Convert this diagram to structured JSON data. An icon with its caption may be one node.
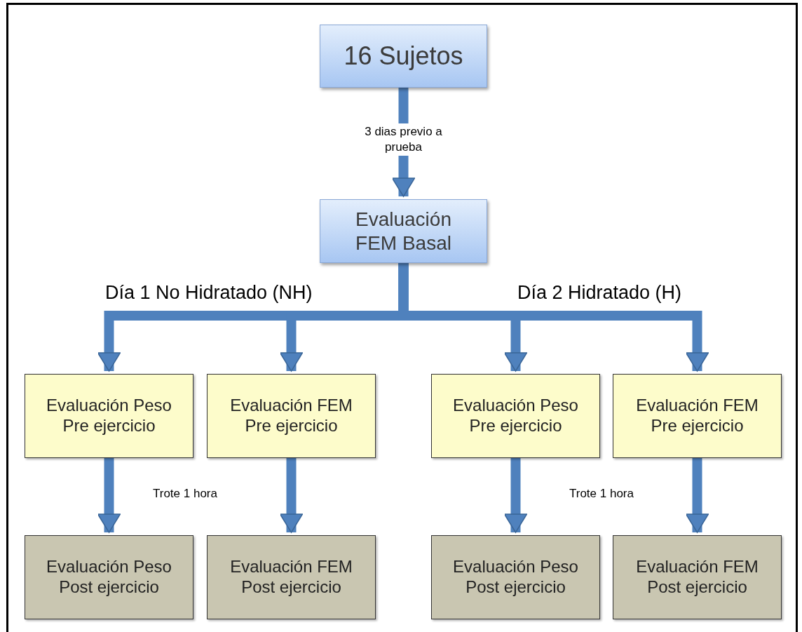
{
  "diagram": {
    "nodes": [
      {
        "text": [
          "16 Sujetos"
        ]
      },
      {
        "text": [
          "Evaluación FEM Basal"
        ]
      },
      {
        "text": [
          "Evaluación Peso Pre ejercicio"
        ]
      },
      {
        "text": [
          "Evaluación FEM Pre ejercicio"
        ]
      },
      {
        "text": [
          "Evaluación Peso Pre ejercicio"
        ]
      },
      {
        "text": [
          "Evaluación FEM Pre ejercicio"
        ]
      },
      {
        "text": [
          "Evaluación Peso Post ejercicio"
        ]
      },
      {
        "text": [
          "Evaluación FEM Post ejercicio"
        ]
      },
      {
        "text": [
          "Evaluación Peso Post ejercicio"
        ]
      },
      {
        "text": [
          "Evaluación FEM Post ejercicio"
        ]
      }
    ],
    "edges": [
      {
        "from": 0,
        "to": 1,
        "arrow": "to",
        "label": "3 dias previo a prueba"
      },
      {
        "from": 1,
        "to": 2,
        "arrow": "to"
      },
      {
        "from": 1,
        "to": 3,
        "arrow": "to"
      },
      {
        "from": 1,
        "to": 4,
        "arrow": "to"
      },
      {
        "from": 1,
        "to": 5,
        "arrow": "to"
      },
      {
        "from": 2,
        "to": 6,
        "arrow": "to"
      },
      {
        "from": 3,
        "to": 7,
        "arrow": "to"
      },
      {
        "from": 4,
        "to": 8,
        "arrow": "to"
      },
      {
        "from": 5,
        "to": 9,
        "arrow": "to"
      }
    ],
    "labels": [
      "Día 1 No Hidratado (NH)",
      "Día 2 Hidratado (H)",
      "Trote 1 hora",
      "Trote 1 hora"
    ]
  }
}
